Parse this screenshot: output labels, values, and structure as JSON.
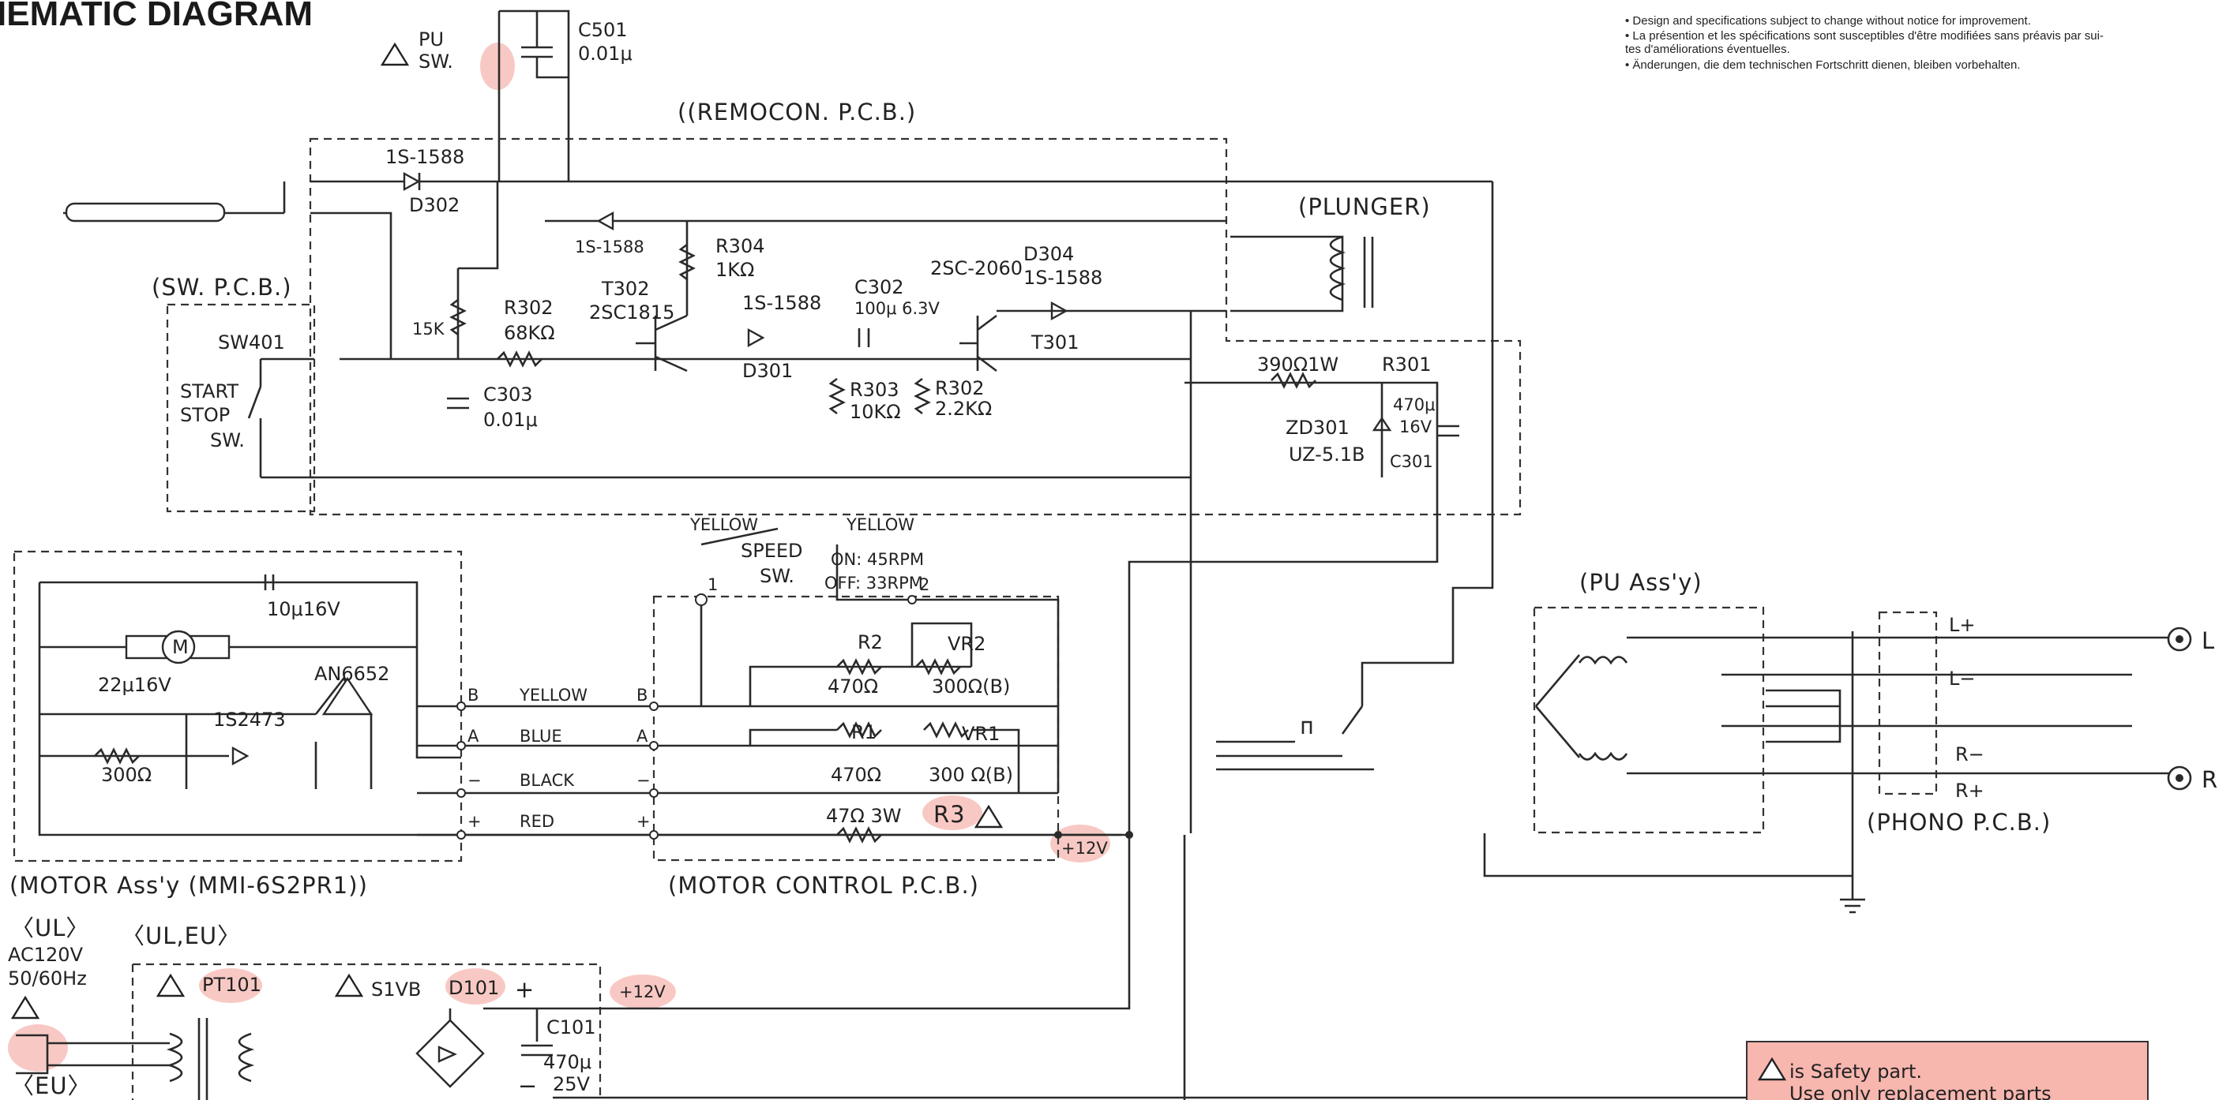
{
  "title": "IEMATIC DIAGRAM",
  "notes": [
    "• Design and specifications subject to change without notice for improvement.",
    "• La présention et les spécifications sont susceptibles d'être modifiées sans préavis par sui-",
    "  tes d'améliorations éventuelles.",
    "• Änderungen, die dem technischen Fortschritt dienen, bleiben vorbehalten."
  ],
  "blocks": {
    "remocon": "((REMOCON. P.C.B.)",
    "plunger": "(PLUNGER)",
    "sw_pcb": "(SW. P.C.B.)",
    "motor_assy": "(MOTOR Ass'y (MMI-6S2PR1))",
    "motor_control": "(MOTOR CONTROL P.C.B.)",
    "pu_assy": "(PU Ass'y)",
    "phono_pcb": "(PHONO P.C.B.)"
  },
  "parts": {
    "pu_sw": [
      "PU",
      "SW."
    ],
    "c501": [
      "C501",
      "0.01μ"
    ],
    "is1588b": "1S-1588",
    "d302": "D302",
    "is1588_top": "1S-1588",
    "r304": [
      "R304",
      "1KΩ"
    ],
    "r15k": "15K",
    "r302_68k": [
      "R302",
      "68KΩ"
    ],
    "t302": [
      "T302",
      "2SC1815"
    ],
    "is1588_mid": "1S-1588",
    "d301": "D301",
    "c302": [
      "C302",
      "100μ 6.3V"
    ],
    "c2sc2060": "2SC-2060",
    "d304": [
      "D304",
      "1S-1588"
    ],
    "t301": "T301",
    "c303": [
      "C303",
      "0.01μ"
    ],
    "r303": [
      "R303",
      "10KΩ"
    ],
    "r302_22k": [
      "R302",
      "2.2KΩ"
    ],
    "r301": [
      "390Ω1W",
      "R301"
    ],
    "zd301": [
      "ZD301",
      "UZ-5.1B"
    ],
    "c301": [
      "470μ",
      "16V",
      "C301"
    ],
    "sw401": "SW401",
    "start_stop": [
      "START",
      "STOP",
      "SW."
    ],
    "yellow_l": "YELLOW",
    "yellow_r": "YELLOW",
    "speed_sw": [
      "SPEED",
      "SW."
    ],
    "speed_modes": [
      "ON: 45RPM",
      "OFF: 33RPM"
    ],
    "sw_pin1": "1",
    "sw_pin2": "2",
    "r2": [
      "R2",
      "470Ω"
    ],
    "vr2": [
      "VR2",
      "300Ω(B)"
    ],
    "r1": [
      "R1",
      "470Ω"
    ],
    "vr1": [
      "VR1",
      "300 Ω(B)"
    ],
    "r3": [
      "47Ω 3W",
      "R3"
    ],
    "plus12v_a": "+12V",
    "plus12v_b": "+12V",
    "motor_m": "M",
    "c10u": "10μ16V",
    "c22u": "22μ16V",
    "an6652": "AN6652",
    "is2473": "1S2473",
    "r300": "300Ω",
    "wires": [
      {
        "left": "B",
        "name": "YELLOW",
        "right": "B"
      },
      {
        "left": "A",
        "name": "BLUE",
        "right": "A"
      },
      {
        "left": "−",
        "name": "BLACK",
        "right": "−"
      },
      {
        "left": "+",
        "name": "RED",
        "right": "+"
      }
    ],
    "phono_lines": [
      "L+",
      "L−",
      "R−",
      "R+"
    ],
    "out_l": "L",
    "out_r": "R",
    "ul": [
      "〈UL〉",
      "AC120V",
      "50/60Hz"
    ],
    "ul_eu": "〈UL,EU〉",
    "eu": "〈EU〉",
    "pt101": "PT101",
    "s1vb": "S1VB",
    "d101": "D101",
    "c101": [
      "C101",
      "470μ",
      "25V"
    ],
    "plus": "+",
    "minus": "−"
  },
  "safety_note": [
    "is Safety part.",
    "Use only replacement parts"
  ],
  "colors": {
    "ink": "#2a2a2a",
    "highlight": "#f6b7b0",
    "safety_box": "#f7b6ae",
    "paper": "#ffffff"
  }
}
